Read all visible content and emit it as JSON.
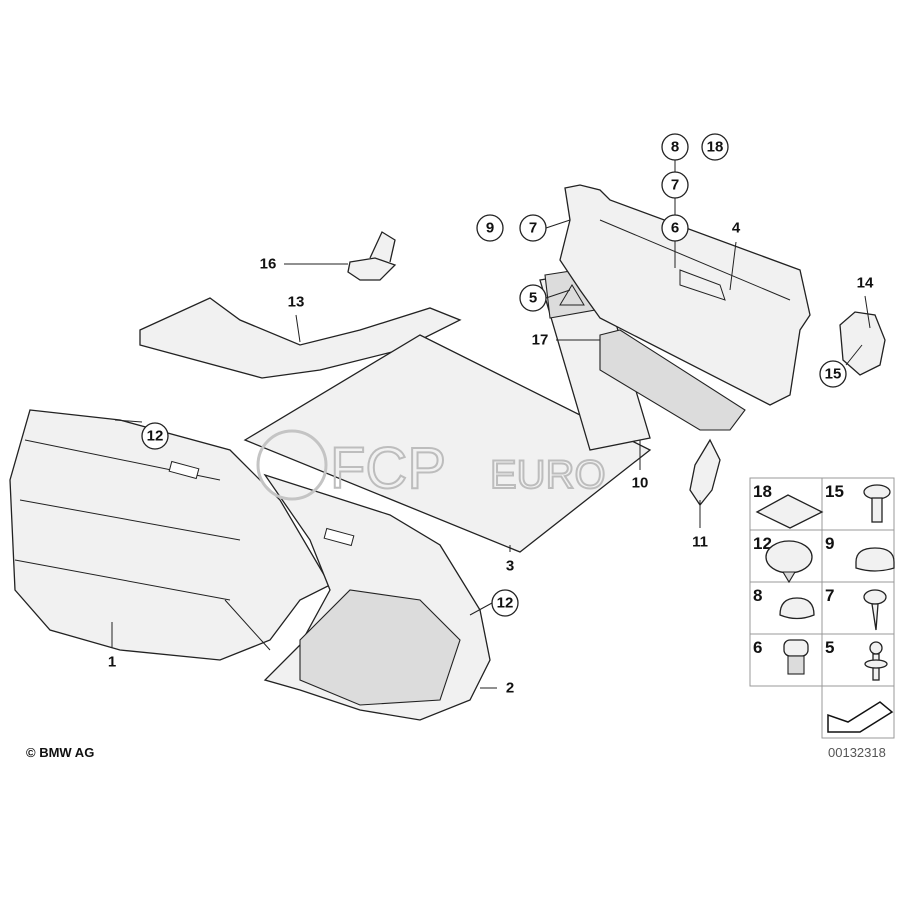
{
  "diagram": {
    "callouts": {
      "c8_top": "8",
      "c18_top": "18",
      "c7_mid": "7",
      "c6": "6",
      "c7_left": "7",
      "c9": "9",
      "c5": "5",
      "c12_left": "12",
      "c12_right": "12",
      "c15": "15",
      "l16": "16",
      "l13": "13",
      "l4": "4",
      "l17": "17",
      "l14": "14",
      "l10": "10",
      "l11": "11",
      "l3": "3",
      "l1": "1",
      "l2": "2"
    },
    "legend_grid": [
      "18",
      "15",
      "12",
      "9",
      "8",
      "7",
      "6",
      "5"
    ],
    "copyright": "© BMW AG",
    "image_number": "00132318",
    "watermark": {
      "brand": "FCP",
      "suffix": "EURO"
    }
  }
}
